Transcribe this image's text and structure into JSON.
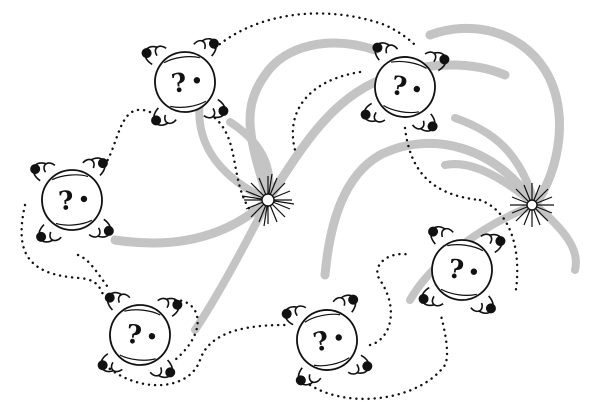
{
  "figure": {
    "glyph": "?",
    "colors": {
      "background": "#ffffff",
      "ink": "#111111",
      "swirl": "#c4c4c4",
      "body_fill": "#ffffff",
      "burst_core": "#ffffff"
    },
    "nodes": [
      {
        "id": "node-1",
        "glyph_icon": "question-mark-icon"
      },
      {
        "id": "node-2",
        "glyph_icon": "question-mark-icon"
      },
      {
        "id": "node-3",
        "glyph_icon": "question-mark-icon"
      },
      {
        "id": "node-4",
        "glyph_icon": "question-mark-icon"
      },
      {
        "id": "node-5",
        "glyph_icon": "question-mark-icon"
      },
      {
        "id": "node-6",
        "glyph_icon": "question-mark-icon"
      }
    ],
    "bursts": [
      {
        "id": "burst-1",
        "icon": "starburst-icon"
      },
      {
        "id": "burst-2",
        "icon": "starburst-icon"
      }
    ]
  }
}
